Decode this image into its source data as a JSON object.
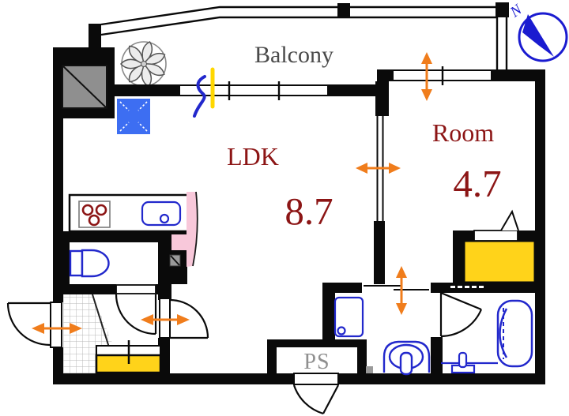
{
  "floorplan": {
    "labels": {
      "balcony": "Balcony",
      "ldk": "LDK",
      "ldk_area": "8.7",
      "room": "Room",
      "room_area": "4.7",
      "ps": "PS",
      "north": "N"
    },
    "colors": {
      "wall_black": "#0a0a0a",
      "arrow_orange": "#f07d1c",
      "fixture_blue": "#2228cc",
      "equipment_blue": "#3d6ef2",
      "compass_blue": "#1a1bd0",
      "closet_yellow": "#ffd31a",
      "cabinet_yellow": "#ffd31a",
      "partition_yellow": "#ffd700",
      "counter_pink": "#f8c8da",
      "pillar_gray": "#8f8f8f",
      "burner_red": "#8c1515",
      "room_text_maroon": "#8c1515",
      "balcony_text_gray": "#4a4a4a",
      "ps_text_gray": "#8f8f8f"
    },
    "icons": {
      "compass": "north-compass-icon",
      "fan": "ventilation-fan-icon",
      "arrow": "opening-direction-arrow-icon"
    }
  }
}
